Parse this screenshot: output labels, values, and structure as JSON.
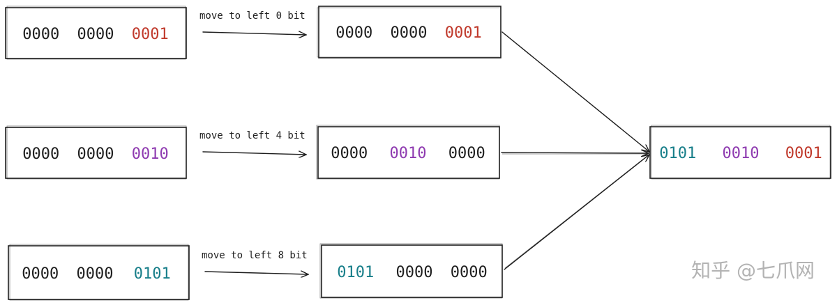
{
  "colors": {
    "black": "#1e1e1e",
    "red": "#c0392b",
    "purple": "#8e3ab0",
    "teal": "#177e89"
  },
  "rows": [
    {
      "input": {
        "parts": [
          "0000",
          "0000",
          "0001"
        ],
        "colors": [
          "black",
          "black",
          "red"
        ]
      },
      "label": "move to left 0 bit",
      "output": {
        "parts": [
          "0000",
          "0000",
          "0001"
        ],
        "colors": [
          "black",
          "black",
          "red"
        ]
      }
    },
    {
      "input": {
        "parts": [
          "0000",
          "0000",
          "0010"
        ],
        "colors": [
          "black",
          "black",
          "purple"
        ]
      },
      "label": "move to left 4 bit",
      "output": {
        "parts": [
          "0000",
          "0010",
          "0000"
        ],
        "colors": [
          "black",
          "purple",
          "black"
        ]
      }
    },
    {
      "input": {
        "parts": [
          "0000",
          "0000",
          "0101"
        ],
        "colors": [
          "black",
          "black",
          "teal"
        ]
      },
      "label": "move to left 8 bit",
      "output": {
        "parts": [
          "0101",
          "0000",
          "0000"
        ],
        "colors": [
          "teal",
          "black",
          "black"
        ]
      }
    }
  ],
  "result": {
    "parts": [
      "0101",
      "0010",
      "0001"
    ],
    "colors": [
      "teal",
      "purple",
      "red"
    ]
  },
  "watermark": "知乎 @七爪网"
}
